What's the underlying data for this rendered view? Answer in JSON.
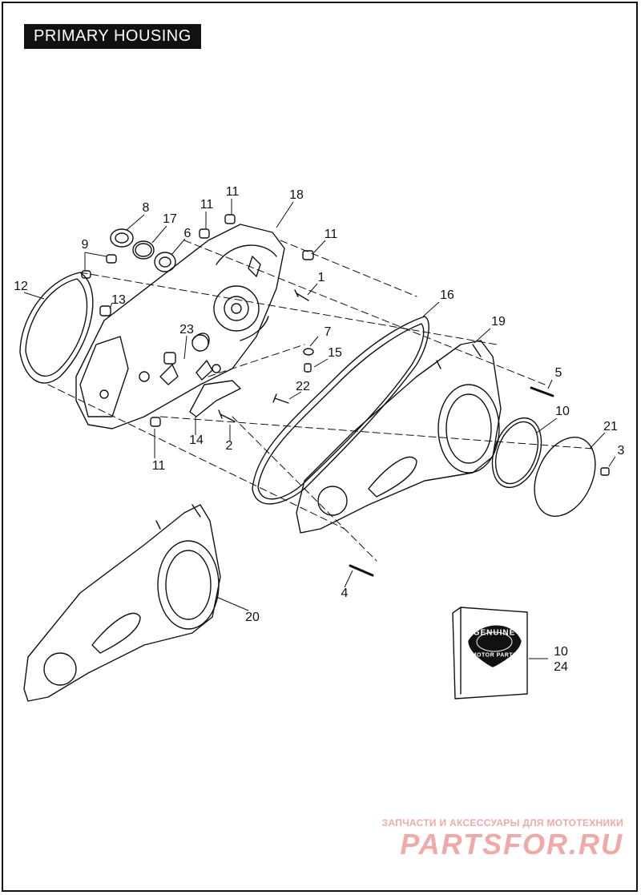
{
  "title": "PRIMARY HOUSING",
  "diagram": {
    "callouts": [
      {
        "id": "c-11-top",
        "label": "11"
      },
      {
        "id": "c-18",
        "label": "18"
      },
      {
        "id": "c-8",
        "label": "8"
      },
      {
        "id": "c-11-a",
        "label": "11"
      },
      {
        "id": "c-17",
        "label": "17"
      },
      {
        "id": "c-6",
        "label": "6"
      },
      {
        "id": "c-11-right",
        "label": "11"
      },
      {
        "id": "c-9",
        "label": "9"
      },
      {
        "id": "c-1",
        "label": "1"
      },
      {
        "id": "c-12",
        "label": "12"
      },
      {
        "id": "c-13",
        "label": "13"
      },
      {
        "id": "c-16",
        "label": "16"
      },
      {
        "id": "c-19",
        "label": "19"
      },
      {
        "id": "c-23",
        "label": "23"
      },
      {
        "id": "c-7",
        "label": "7"
      },
      {
        "id": "c-15",
        "label": "15"
      },
      {
        "id": "c-5",
        "label": "5"
      },
      {
        "id": "c-22",
        "label": "22"
      },
      {
        "id": "c-10-a",
        "label": "10"
      },
      {
        "id": "c-21",
        "label": "21"
      },
      {
        "id": "c-14",
        "label": "14"
      },
      {
        "id": "c-2",
        "label": "2"
      },
      {
        "id": "c-3",
        "label": "3"
      },
      {
        "id": "c-11-bottom",
        "label": "11"
      },
      {
        "id": "c-4",
        "label": "4"
      },
      {
        "id": "c-20",
        "label": "20"
      },
      {
        "id": "c-10-b",
        "label": "10"
      },
      {
        "id": "c-24",
        "label": "24"
      }
    ]
  },
  "package_badge": {
    "top_text": "GENUINE",
    "bottom_text": "MOTOR PARTS"
  },
  "watermark": {
    "tagline": "ЗАПЧАСТИ И АКСЕССУАРЫ ДЛЯ МОТОТЕХНИКИ",
    "brand": "PARTSFOR.RU"
  },
  "colors": {
    "ink": "#111111",
    "watermark": "#f0a9a9",
    "background": "#ffffff"
  }
}
